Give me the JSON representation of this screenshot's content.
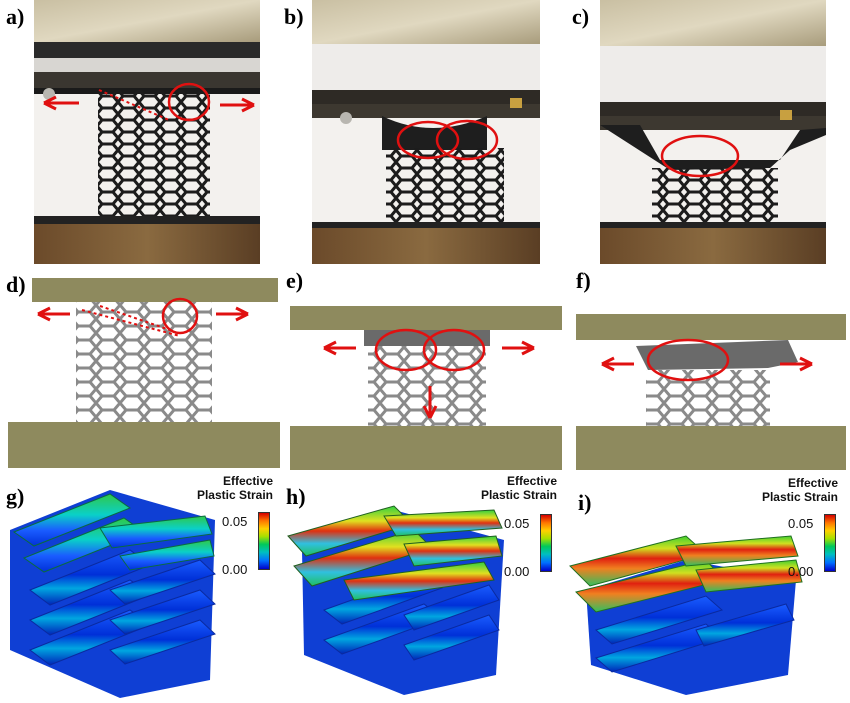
{
  "panels": {
    "a": {
      "label": "a)"
    },
    "b": {
      "label": "b)"
    },
    "c": {
      "label": "c)"
    },
    "d": {
      "label": "d)"
    },
    "e": {
      "label": "e)"
    },
    "f": {
      "label": "f)"
    },
    "g": {
      "label": "g)"
    },
    "h": {
      "label": "h)"
    },
    "i": {
      "label": "i)"
    }
  },
  "colorbar": {
    "title_line1": "Effective",
    "title_line2": "Plastic Strain",
    "max": "0.05",
    "min": "0.00"
  },
  "colors": {
    "annotation": "#e01010",
    "plate": "#8e8a5e",
    "lattice": "#8a8a8a",
    "photo_background": "#f2f0ec"
  }
}
